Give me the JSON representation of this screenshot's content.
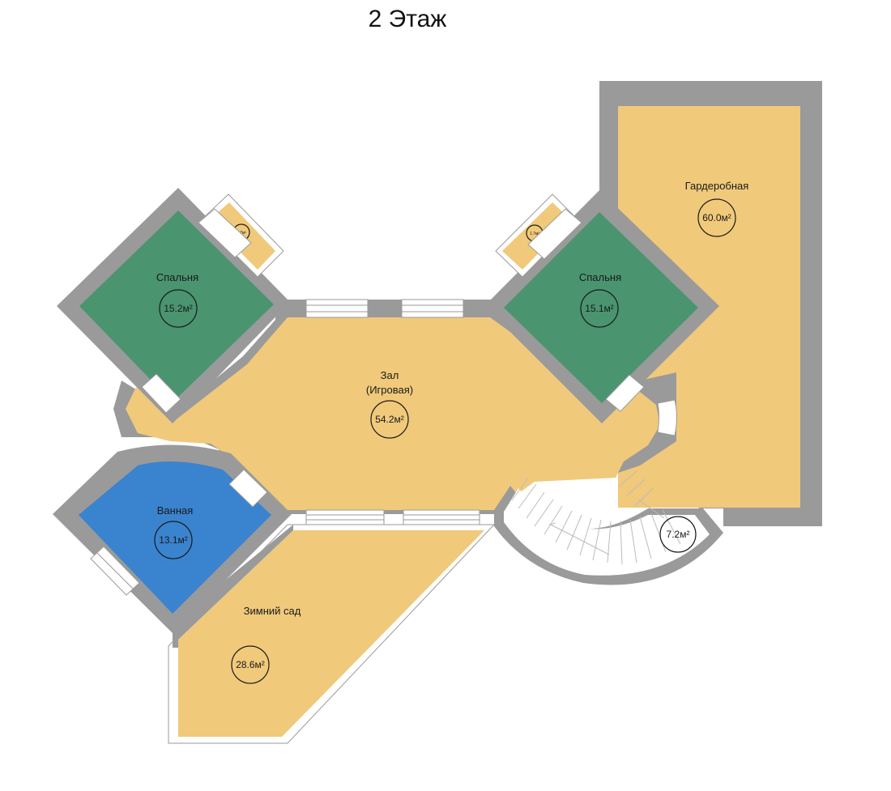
{
  "title": "2 Этаж",
  "rooms": {
    "bedroom_left": {
      "name": "Спальня",
      "area": "15.2м²"
    },
    "bedroom_right": {
      "name": "Спальня",
      "area": "15.1м²"
    },
    "hall": {
      "name": "Зал",
      "subname": "(Игровая)",
      "area": "54.2м²"
    },
    "wardrobe": {
      "name": "Гардеробная",
      "area": "60.0м²"
    },
    "bathroom": {
      "name": "Ванная",
      "area": "13.1м²"
    },
    "winter_garden": {
      "name": "Зимний сад",
      "area": "28.6м²"
    },
    "stair": {
      "area": "7.2м²"
    },
    "balcony_left": {
      "area": "1.7м²"
    },
    "balcony_right": {
      "area": "1.7м²"
    }
  },
  "colors": {
    "wall": "#9a9a9a",
    "tan": "#f0c97b",
    "green": "#4a9470",
    "blue": "#3a83cf"
  }
}
